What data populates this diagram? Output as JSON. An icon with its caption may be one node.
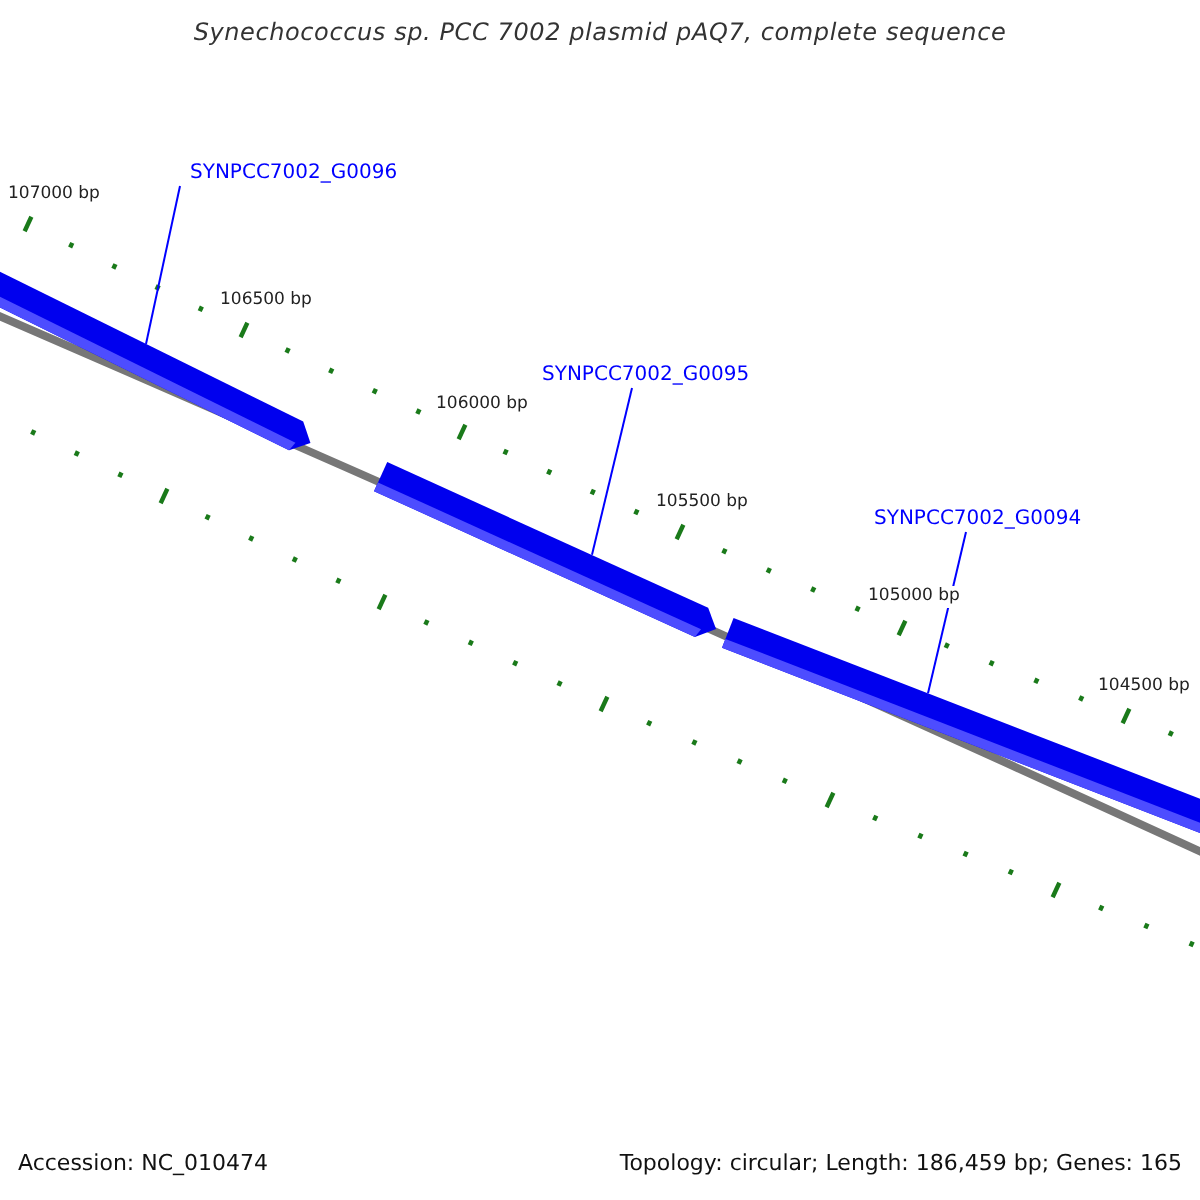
{
  "diagram": {
    "title": "Synechococcus sp. PCC 7002 plasmid pAQ7, complete sequence",
    "nodes": [
      {
        "text": [
          "SYNPCC7002_G0096"
        ]
      },
      {
        "text": [],
        "shape": "bar"
      },
      {
        "text": [
          "SYNPCC7002_G0095"
        ]
      },
      {
        "text": [],
        "shape": "bar"
      },
      {
        "text": [
          "SYNPCC7002_G0094"
        ]
      },
      {
        "text": [],
        "shape": "bar"
      }
    ],
    "edges": [
      {
        "from": 0,
        "to": 1,
        "arrow": "none"
      },
      {
        "from": 2,
        "to": 3,
        "arrow": "none"
      },
      {
        "from": 4,
        "to": 5,
        "arrow": "none"
      }
    ],
    "labels": [
      "107000 bp",
      "106500 bp",
      "106000 bp",
      "105500 bp",
      "105000 bp",
      "104500 bp",
      "Accession: NC_010474",
      "Topology: circular; Length: 186,459 bp; Genes: 165"
    ]
  }
}
